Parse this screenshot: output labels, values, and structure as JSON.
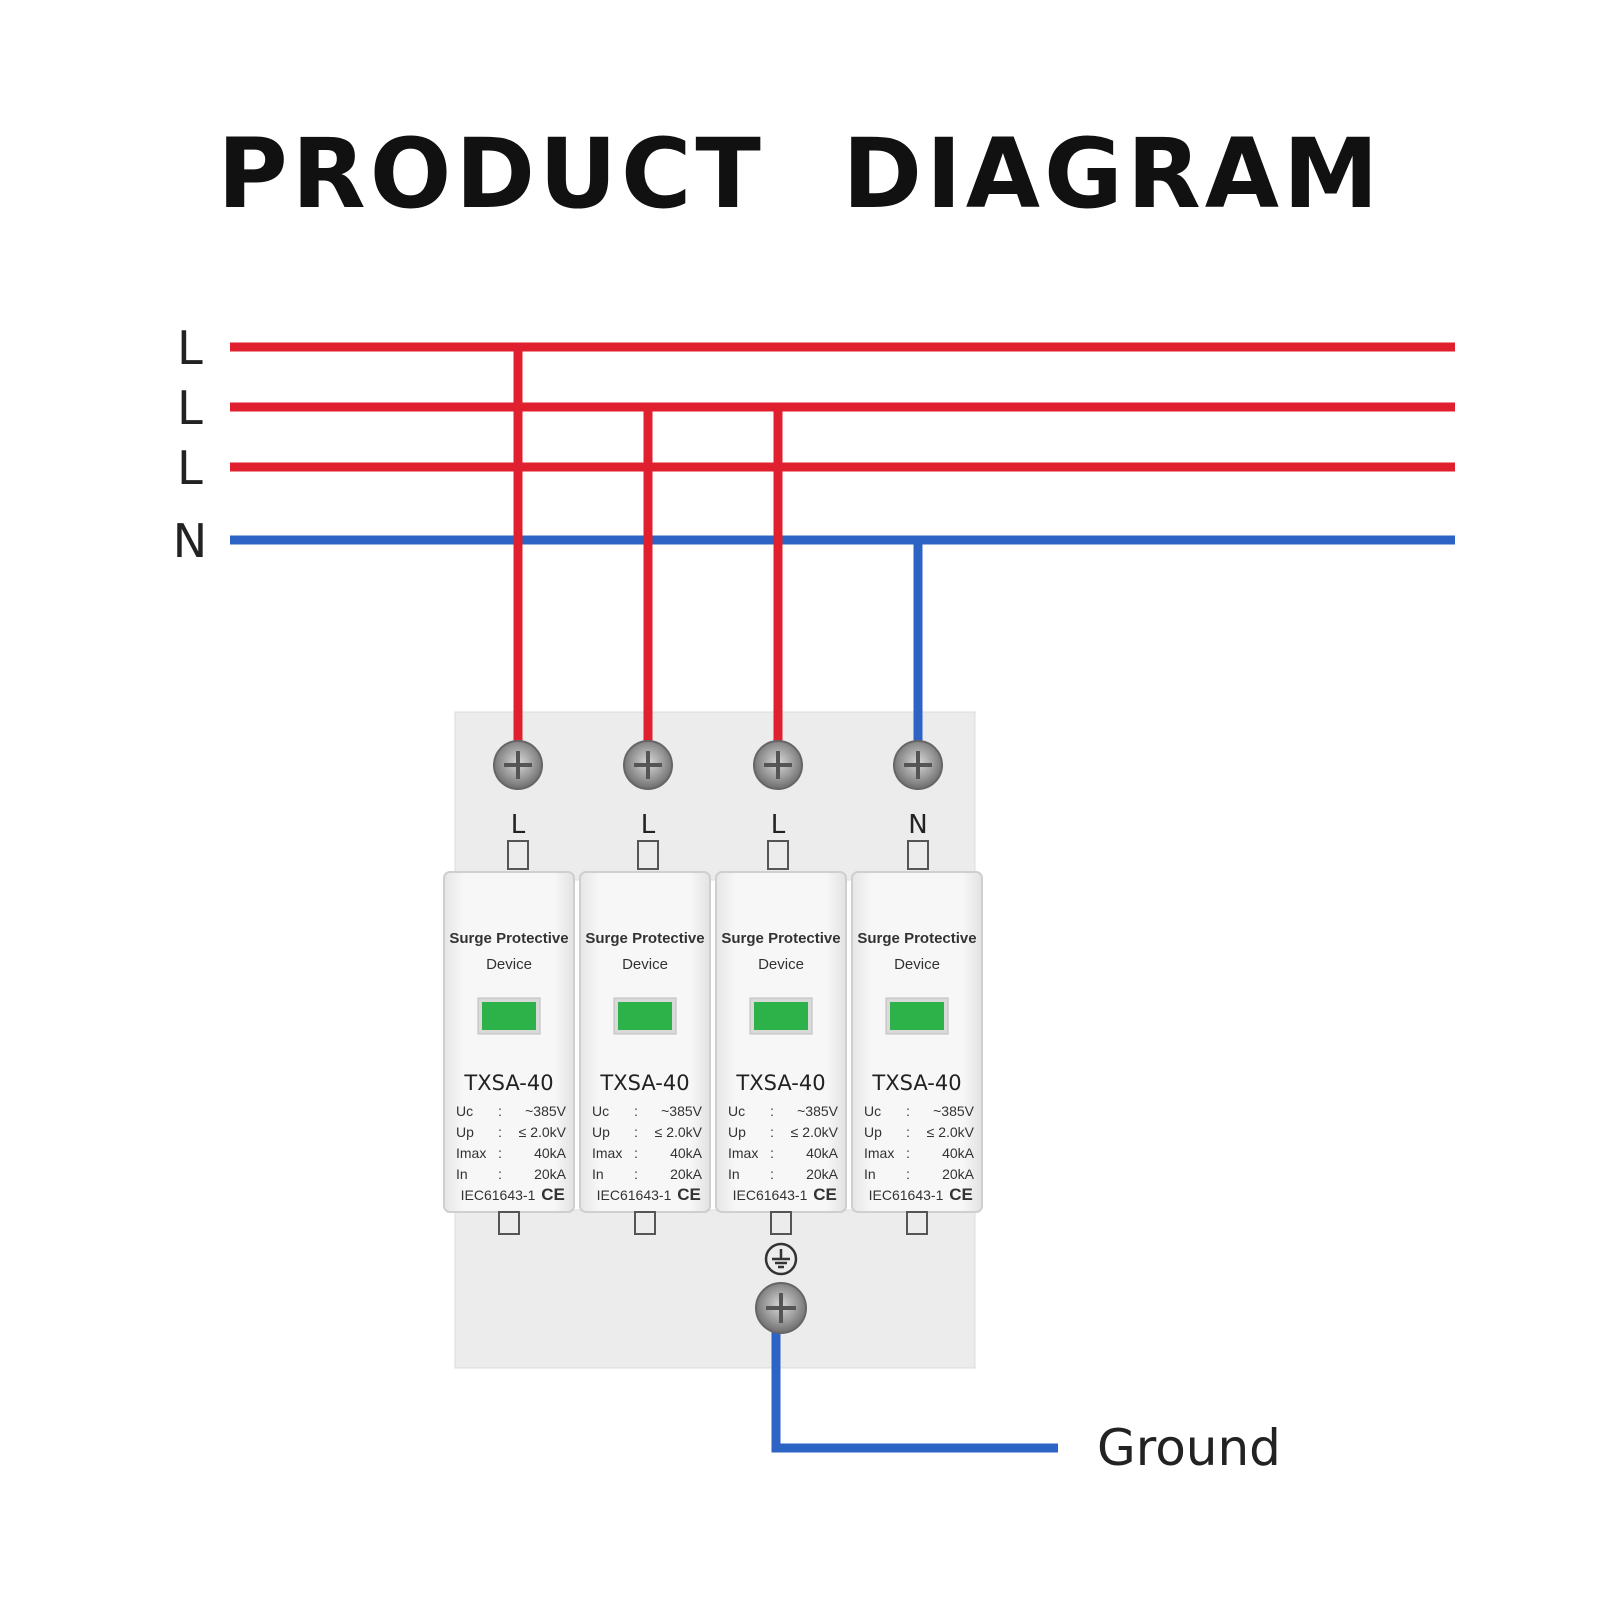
{
  "title": "PRODUCT  DIAGRAM",
  "colors": {
    "line_wire": "#e0202e",
    "neutral_wire": "#2d63c4",
    "indicator": "#2db24a",
    "housing": "#ececec",
    "module": "#f6f6f6",
    "text": "#222222"
  },
  "busbars": [
    {
      "label": "L",
      "color": "line_wire"
    },
    {
      "label": "L",
      "color": "line_wire"
    },
    {
      "label": "L",
      "color": "line_wire"
    },
    {
      "label": "N",
      "color": "neutral_wire"
    }
  ],
  "terminals": [
    {
      "label": "L",
      "bus": 0
    },
    {
      "label": "L",
      "bus": 1
    },
    {
      "label": "L",
      "bus": 1
    },
    {
      "label": "N",
      "bus": 3
    }
  ],
  "module": {
    "heading_line1": "Surge Protective",
    "heading_line2": "Device",
    "model": "TXSA-40",
    "specs": [
      {
        "key": "Uc",
        "sep": ":",
        "val": "~385V"
      },
      {
        "key": "Up",
        "sep": ":",
        "val": "≤ 2.0kV"
      },
      {
        "key": "Imax",
        "sep": ":",
        "val": "40kA"
      },
      {
        "key": "In",
        "sep": ":",
        "val": "20kA"
      }
    ],
    "standard": "IEC61643-1",
    "mark": "CE"
  },
  "ground_label": "Ground",
  "icons": [
    "screw-terminal-icon",
    "earth-ground-icon",
    "status-indicator-icon"
  ]
}
